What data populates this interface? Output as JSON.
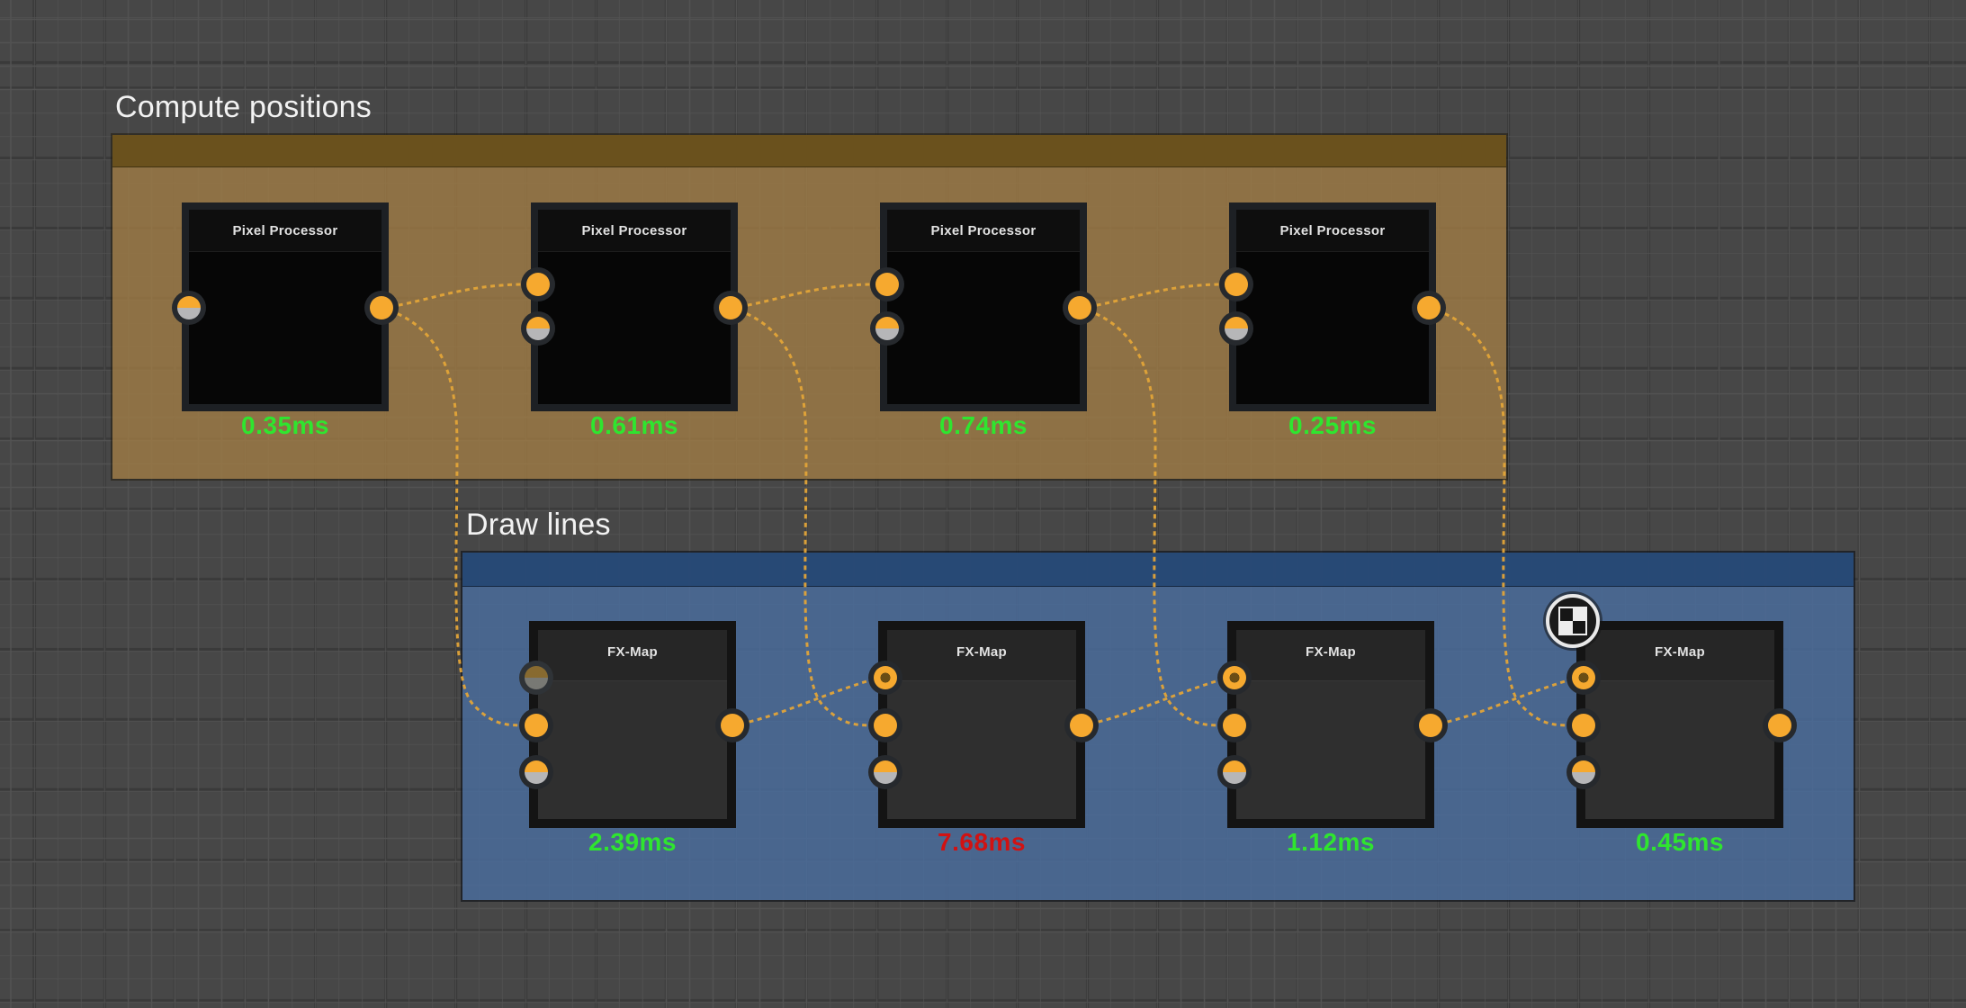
{
  "app": "node-graph-editor",
  "colors": {
    "background": "#474747",
    "wire": "#e3a438",
    "port_orange": "#f6a92f",
    "time_ok": "#2fe52f",
    "time_slow": "#d11212",
    "compute_frame_header": "#675028",
    "compute_frame_body": "#8d7145",
    "draw_frame_header": "#284873",
    "draw_frame_body": "#4a668f"
  },
  "frames": [
    {
      "title": "Compute positions",
      "color_name": "brown"
    },
    {
      "title": "Draw lines",
      "color_name": "blue"
    }
  ],
  "nodes": [
    {
      "title": "Pixel Processor",
      "frame": "Compute positions",
      "time": "0.35ms",
      "time_color": "#2fe52f",
      "inputs": [
        "unconnected-half"
      ],
      "output": "connected"
    },
    {
      "title": "Pixel Processor",
      "frame": "Compute positions",
      "time": "0.61ms",
      "time_color": "#2fe52f",
      "inputs": [
        "connected-full",
        "unconnected-half"
      ],
      "output": "connected"
    },
    {
      "title": "Pixel Processor",
      "frame": "Compute positions",
      "time": "0.74ms",
      "time_color": "#2fe52f",
      "inputs": [
        "connected-full",
        "unconnected-half"
      ],
      "output": "connected"
    },
    {
      "title": "Pixel Processor",
      "frame": "Compute positions",
      "time": "0.25ms",
      "time_color": "#2fe52f",
      "inputs": [
        "connected-full",
        "unconnected-half"
      ],
      "output": "connected"
    },
    {
      "title": "FX-Map",
      "frame": "Draw lines",
      "time": "2.39ms",
      "time_color": "#2fe52f",
      "inputs": [
        "unconnected-dim-half",
        "connected-full",
        "unconnected-half"
      ],
      "output": "connected"
    },
    {
      "title": "FX-Map",
      "frame": "Draw lines",
      "time": "7.68ms",
      "time_color": "#d11212",
      "inputs": [
        "connected-donut",
        "connected-full",
        "unconnected-half"
      ],
      "output": "connected"
    },
    {
      "title": "FX-Map",
      "frame": "Draw lines",
      "time": "1.12ms",
      "time_color": "#2fe52f",
      "inputs": [
        "connected-donut",
        "connected-full",
        "unconnected-half"
      ],
      "output": "connected"
    },
    {
      "title": "FX-Map",
      "frame": "Draw lines",
      "time": "0.45ms",
      "time_color": "#2fe52f",
      "inputs": [
        "connected-donut",
        "connected-full",
        "unconnected-half"
      ],
      "output": "unconnected",
      "badge": "checkerboard-size-override"
    }
  ],
  "connections": [
    {
      "from": "pixel-processor-1.output",
      "to": "pixel-processor-2.input-1"
    },
    {
      "from": "pixel-processor-2.output",
      "to": "pixel-processor-3.input-1"
    },
    {
      "from": "pixel-processor-3.output",
      "to": "pixel-processor-4.input-1"
    },
    {
      "from": "pixel-processor-1.output",
      "to": "fx-map-1.input-2"
    },
    {
      "from": "pixel-processor-2.output",
      "to": "fx-map-2.input-2"
    },
    {
      "from": "pixel-processor-3.output",
      "to": "fx-map-3.input-2"
    },
    {
      "from": "pixel-processor-4.output",
      "to": "fx-map-4.input-2"
    },
    {
      "from": "fx-map-1.output",
      "to": "fx-map-2.input-1"
    },
    {
      "from": "fx-map-2.output",
      "to": "fx-map-3.input-1"
    },
    {
      "from": "fx-map-3.output",
      "to": "fx-map-4.input-1"
    }
  ]
}
